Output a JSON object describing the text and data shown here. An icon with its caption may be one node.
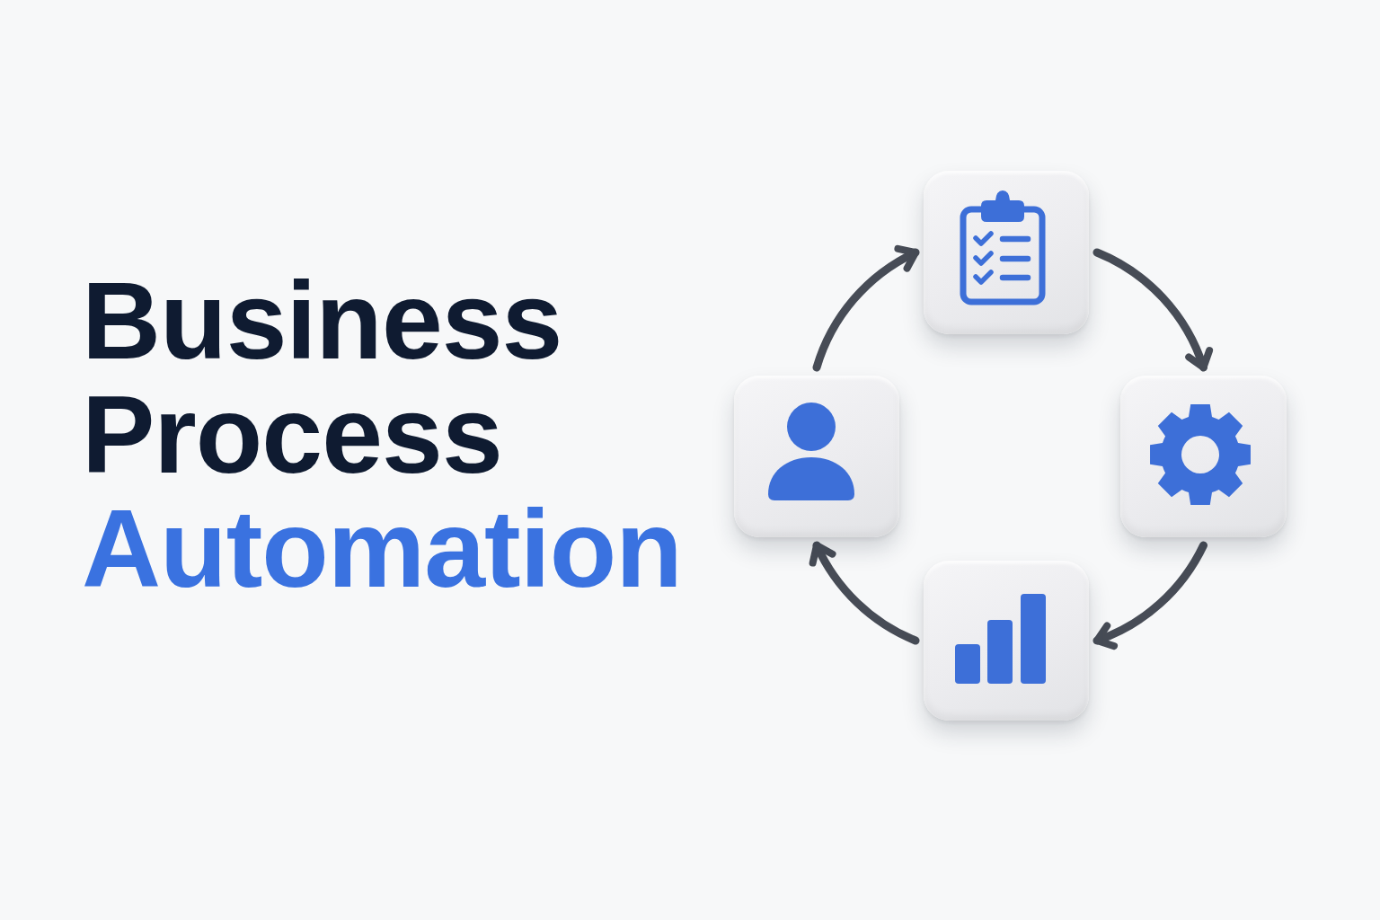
{
  "diagram": {
    "title": "Business Process Automation",
    "nodes": [
      {
        "text": [],
        "shape": "box"
      },
      {
        "text": [],
        "shape": "box"
      },
      {
        "text": [],
        "shape": "box"
      },
      {
        "text": [],
        "shape": "box"
      }
    ],
    "edges": [
      {
        "from": 1,
        "to": 0,
        "arrow": "to"
      },
      {
        "from": 0,
        "to": 2,
        "arrow": "to"
      },
      {
        "from": 2,
        "to": 3,
        "arrow": "to"
      },
      {
        "from": 3,
        "to": 1,
        "arrow": "to"
      }
    ]
  }
}
